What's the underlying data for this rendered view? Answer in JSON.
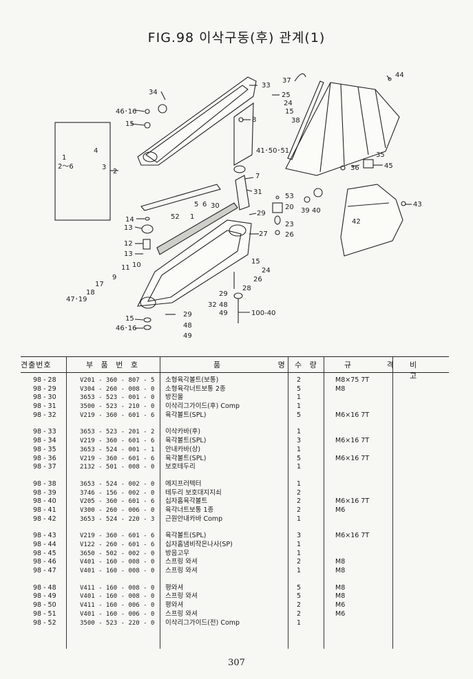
{
  "title": "FIG.98 이삭구동(후) 관계(1)",
  "header": {
    "col_no": "견출번호",
    "col_part": "부 품 번 호",
    "col_name": "품 명",
    "col_qty": "수 량",
    "col_spec": "규 격",
    "col_note": "비 고"
  },
  "groups": [
    [
      {
        "no": "98 - 28",
        "part": "V201 - 360 - 807 - 5",
        "name": "소형육각볼트(보통)",
        "qty": "2",
        "spec": "M8×75 7T"
      },
      {
        "no": "98 - 29",
        "part": "V304 - 260 - 008 - 0",
        "name": "소형육각너트보통 2종",
        "qty": "5",
        "spec": "M8"
      },
      {
        "no": "98 - 30",
        "part": "3653 - 523 - 001 - 0",
        "name": "방진울",
        "qty": "1",
        "spec": ""
      },
      {
        "no": "98 - 31",
        "part": "3500 - 523 - 210 - 0",
        "name": "이삭리그가이드(후) Comp",
        "qty": "1",
        "spec": ""
      },
      {
        "no": "98 - 32",
        "part": "V219 - 360 - 601 - 6",
        "name": "육각볼트(SPL)",
        "qty": "5",
        "spec": "M6×16 7T"
      }
    ],
    [
      {
        "no": "98 - 33",
        "part": "3653 - 523 - 201 - 2",
        "name": "이삭카바(후)",
        "qty": "1",
        "spec": ""
      },
      {
        "no": "98 - 34",
        "part": "V219 - 360 - 601 - 6",
        "name": "육각볼트(SPL)",
        "qty": "3",
        "spec": "M6×16 7T"
      },
      {
        "no": "98 - 35",
        "part": "3653 - 524 - 001 - 1",
        "name": "안내카바(상)",
        "qty": "1",
        "spec": ""
      },
      {
        "no": "98 - 36",
        "part": "V219 - 360 - 601 - 6",
        "name": "육각볼트(SPL)",
        "qty": "5",
        "spec": "M6×16 7T"
      },
      {
        "no": "98 - 37",
        "part": "2132 - 501 - 008 - 0",
        "name": "보호테두리",
        "qty": "1",
        "spec": ""
      }
    ],
    [
      {
        "no": "98 - 38",
        "part": "3653 - 524 - 002 - 0",
        "name": "에지프러텍터",
        "qty": "1",
        "spec": ""
      },
      {
        "no": "98 - 39",
        "part": "3746 - 156 - 002 - 0",
        "name": "테두리 보호대지지쇠",
        "qty": "2",
        "spec": ""
      },
      {
        "no": "98 - 40",
        "part": "V205 - 360 - 601 - 6",
        "name": "십자홈육각볼트",
        "qty": "2",
        "spec": "M6×16 7T"
      },
      {
        "no": "98 - 41",
        "part": "V300 - 260 - 006 - 0",
        "name": "육각너트보통 1종",
        "qty": "2",
        "spec": "M6"
      },
      {
        "no": "98 - 42",
        "part": "3653 - 524 - 220 - 3",
        "name": "근원안내카바 Comp",
        "qty": "1",
        "spec": ""
      }
    ],
    [
      {
        "no": "98 - 43",
        "part": "V219 - 360 - 601 - 6",
        "name": "육각볼트(SPL)",
        "qty": "3",
        "spec": "M6×16 7T"
      },
      {
        "no": "98 - 44",
        "part": "V122 - 260 - 601 - 6",
        "name": "십자홈냄비작은나사(SP)",
        "qty": "1",
        "spec": ""
      },
      {
        "no": "98 - 45",
        "part": "3650 - 502 - 002 - 0",
        "name": "방음고무",
        "qty": "1",
        "spec": ""
      },
      {
        "no": "98 - 46",
        "part": "V401 - 160 - 008 - 0",
        "name": "스프링 와셔",
        "qty": "2",
        "spec": "M8"
      },
      {
        "no": "98 - 47",
        "part": "V401 - 160 - 008 - 0",
        "name": "스프링 와셔",
        "qty": "1",
        "spec": "M8"
      }
    ],
    [
      {
        "no": "98 - 48",
        "part": "V411 - 160 - 008 - 0",
        "name": "평와셔",
        "qty": "5",
        "spec": "M8"
      },
      {
        "no": "98 - 49",
        "part": "V401 - 160 - 008 - 0",
        "name": "스프링 와셔",
        "qty": "5",
        "spec": "M8"
      },
      {
        "no": "98 - 50",
        "part": "V411 - 160 - 006 - 0",
        "name": "평와셔",
        "qty": "2",
        "spec": "M6"
      },
      {
        "no": "98 - 51",
        "part": "V401 - 160 - 006 - 0",
        "name": "스프링 와셔",
        "qty": "2",
        "spec": "M6"
      },
      {
        "no": "98 - 52",
        "part": "3500 - 523 - 220 - 0",
        "name": "이삭리그가이드(전) Comp",
        "qty": "1",
        "spec": ""
      }
    ]
  ],
  "page_number": "307"
}
